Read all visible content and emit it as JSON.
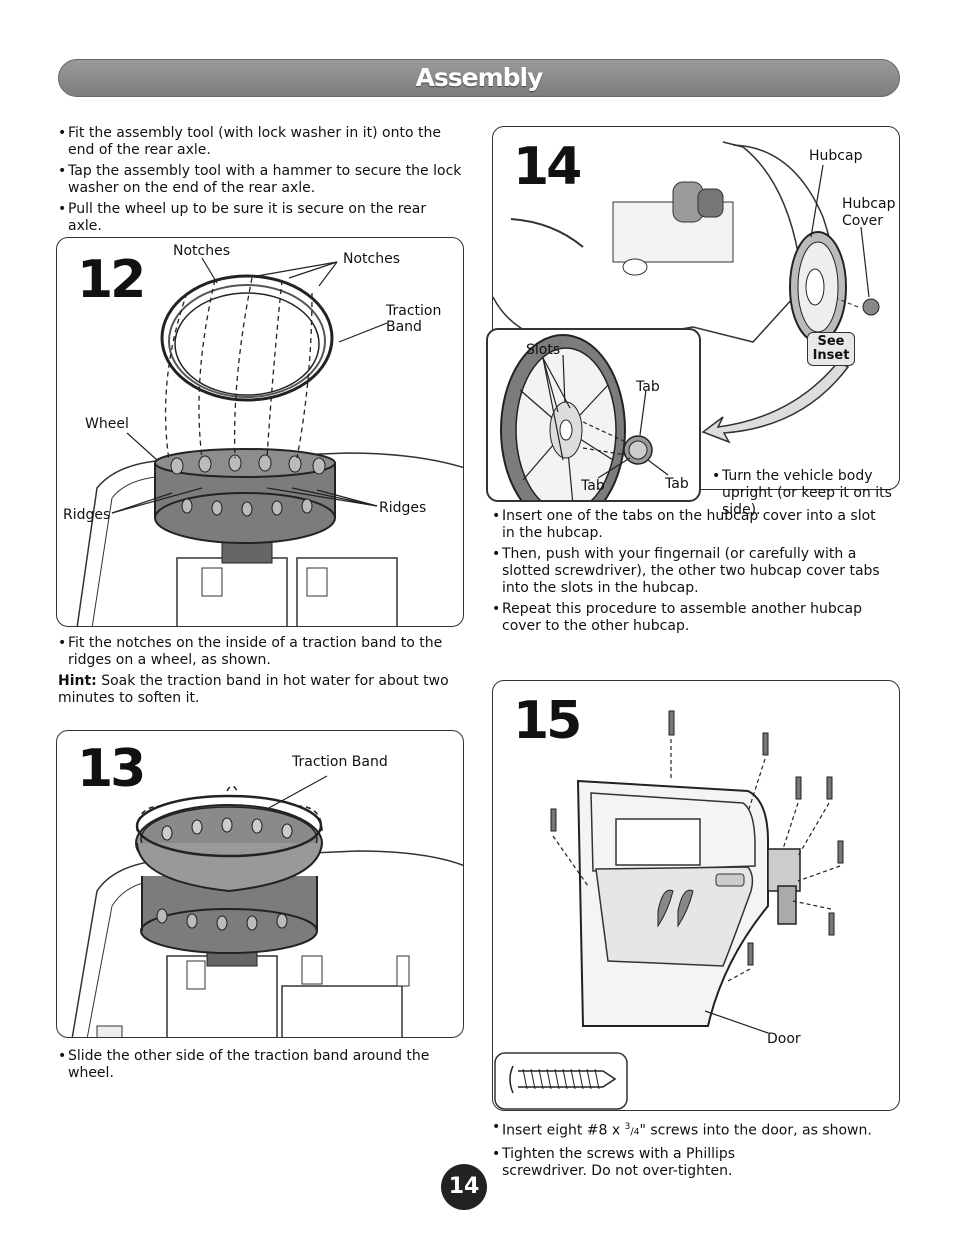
{
  "header": {
    "title": "Assembly"
  },
  "intro_bullets": [
    "Fit the assembly tool (with lock washer in it) onto the end of the rear axle.",
    "Tap the assembly tool with a hammer to secure the lock washer on the end of the rear axle.",
    "Pull the wheel up to be sure it is secure on the rear axle."
  ],
  "step12": {
    "number": "12",
    "labels": {
      "notches1": "Notches",
      "notches2": "Notches",
      "traction_band_1": "Traction",
      "traction_band_2": "Band",
      "wheel": "Wheel",
      "ridges1": "Ridges",
      "ridges2": "Ridges"
    },
    "bullet": "Fit the notches on the inside of a traction band to the ridges on a wheel, as shown.",
    "hint_label": "Hint:",
    "hint_text": " Soak the traction band in hot water for about two minutes to soften it."
  },
  "step13": {
    "number": "13",
    "labels": {
      "traction_band": "Traction Band"
    },
    "bullet": "Slide the other side of the traction band around the wheel."
  },
  "step14": {
    "number": "14",
    "labels": {
      "hubcap": "Hubcap",
      "hubcap_cover_1": "Hubcap",
      "hubcap_cover_2": "Cover",
      "see_inset_1": "See",
      "see_inset_2": "Inset",
      "slots": "Slots",
      "tab1": "Tab",
      "tab2": "Tab",
      "tab3": "Tab"
    },
    "side_bullet": "Turn the vehicle body upright (or keep it on its side).",
    "bullets": [
      "Insert one of the tabs on the hubcap cover into a slot in the hubcap.",
      "Then, push with your fingernail (or carefully with a slotted screwdriver), the other two hubcap cover tabs into the slots in the hubcap.",
      "Repeat this procedure to assemble another hubcap cover to the other hubcap."
    ]
  },
  "step15": {
    "number": "15",
    "labels": {
      "door": "Door"
    },
    "bullet1_pre": "Insert eight #8 x ",
    "bullet1_frac_num": "3",
    "bullet1_frac_den": "4",
    "bullet1_post": "\" screws into the door, as shown.",
    "bullet2": "Tighten the screws with a Phillips screwdriver. Do not over-tighten."
  },
  "page": {
    "number": "14"
  }
}
